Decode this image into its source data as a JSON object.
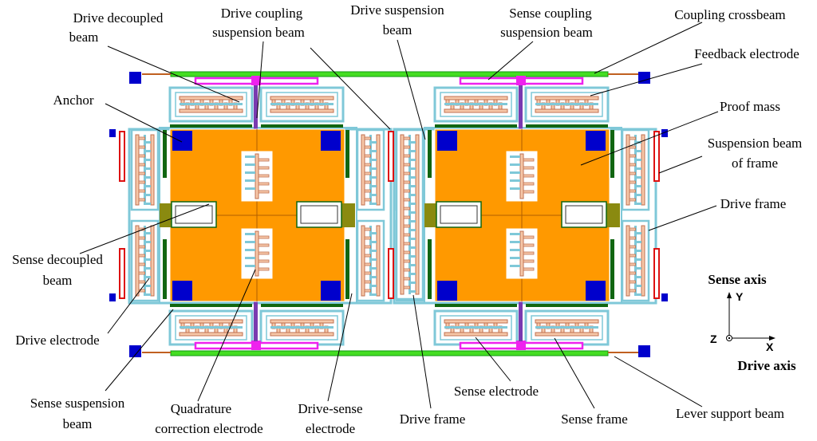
{
  "labels": {
    "drive_decoupled_beam": [
      "Drive decoupled",
      "beam"
    ],
    "drive_coupling_suspension_beam": [
      "Drive coupling",
      "suspension beam"
    ],
    "drive_suspension_beam": [
      "Drive suspension",
      "beam"
    ],
    "sense_coupling_suspension_beam": [
      "Sense coupling",
      "suspension beam"
    ],
    "coupling_crossbeam": "Coupling crossbeam",
    "feedback_electrode": "Feedback electrode",
    "anchor": "Anchor",
    "proof_mass": "Proof mass",
    "suspension_beam_of_frame": [
      "Suspension beam",
      "of frame"
    ],
    "drive_frame_right": "Drive frame",
    "sense_decoupled_beam": [
      "Sense decoupled",
      "beam"
    ],
    "drive_electrode": "Drive electrode",
    "sense_suspension_beam": [
      "Sense suspension",
      "beam"
    ],
    "quadrature_correction_electrode": [
      "Quadrature",
      "correction electrode"
    ],
    "drive_sense_electrode": [
      "Drive-sense",
      "electrode"
    ],
    "drive_frame_bottom": "Drive frame",
    "sense_electrode": "Sense electrode",
    "sense_frame": "Sense frame",
    "lever_support_beam": "Lever support  beam"
  },
  "axes": {
    "sense_axis": "Sense  axis",
    "drive_axis": "Drive  axis",
    "y": "Y",
    "x": "X",
    "z": "Z"
  },
  "colors": {
    "proof_mass": "#ff9900",
    "anchor": "#0000cc",
    "frame": "#7fc8d8",
    "comb_fill": "#f6c7a8",
    "comb_stroke": "#c07050",
    "crossbeam": "#44dd22",
    "magenta": "#ee22ee",
    "purple": "#7a3ab0",
    "green_dark": "#116611",
    "red": "#dd1111",
    "olive": "#8a8a10",
    "lever": "#c06020"
  }
}
